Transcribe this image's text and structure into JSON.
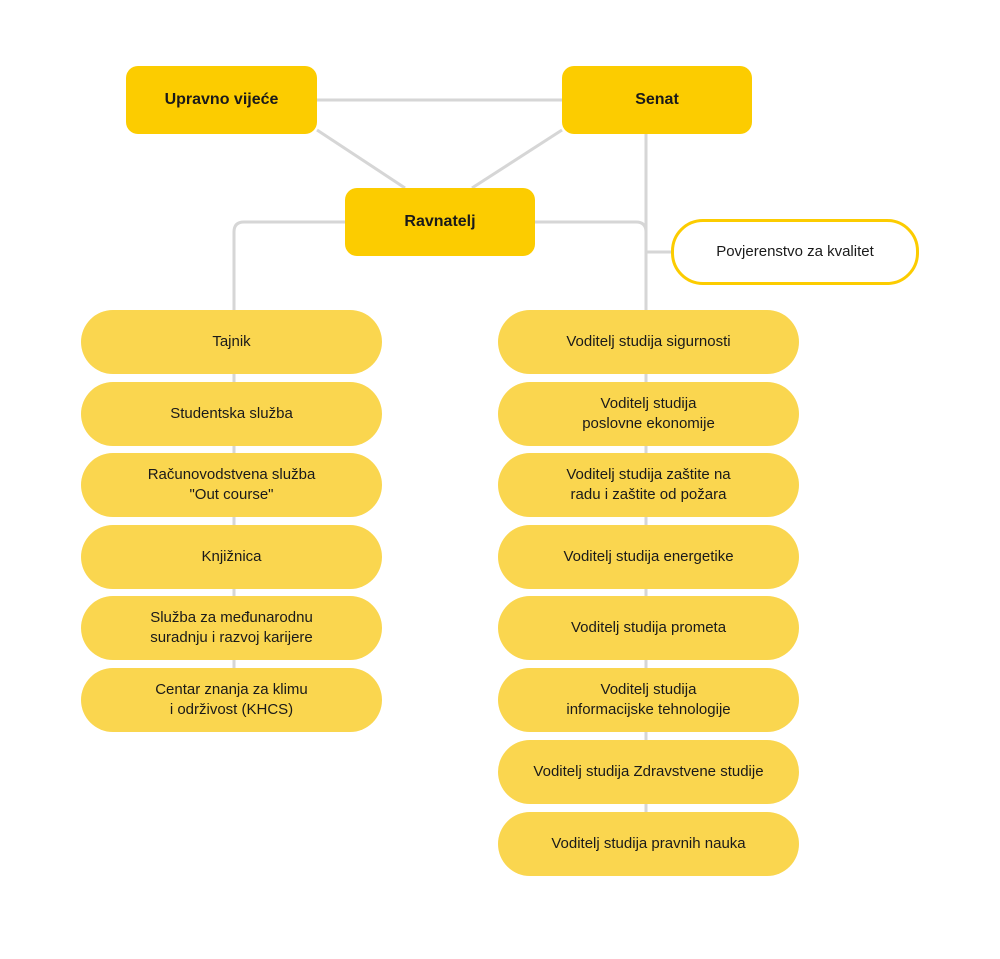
{
  "colors": {
    "primary": "#fccc00",
    "secondary": "#fad64f",
    "line": "#d6d6d6"
  },
  "top": {
    "board": "Upravno vijeće",
    "senate": "Senat",
    "dean": "Ravnatelj",
    "quality": "Povjerenstvo za kvalitet"
  },
  "left_units": [
    "Tajnik",
    "Studentska služba",
    "Računovodstvena služba\n\"Out course\"",
    "Knjižnica",
    "Služba za međunarodnu\nsuradnju i razvoj karijere",
    "Centar znanja za klimu\ni održivost (KHCS)"
  ],
  "right_units": [
    "Voditelj studija sigurnosti",
    "Voditelj studija\nposlovne ekonomije",
    "Voditelj studija zaštite na\nradu i zaštite od požara",
    "Voditelj studija energetike",
    "Voditelj studija prometa",
    "Voditelj studija\ninformacijske tehnologije",
    "Voditelj studija Zdravstvene studije",
    "Voditelj studija pravnih nauka"
  ]
}
